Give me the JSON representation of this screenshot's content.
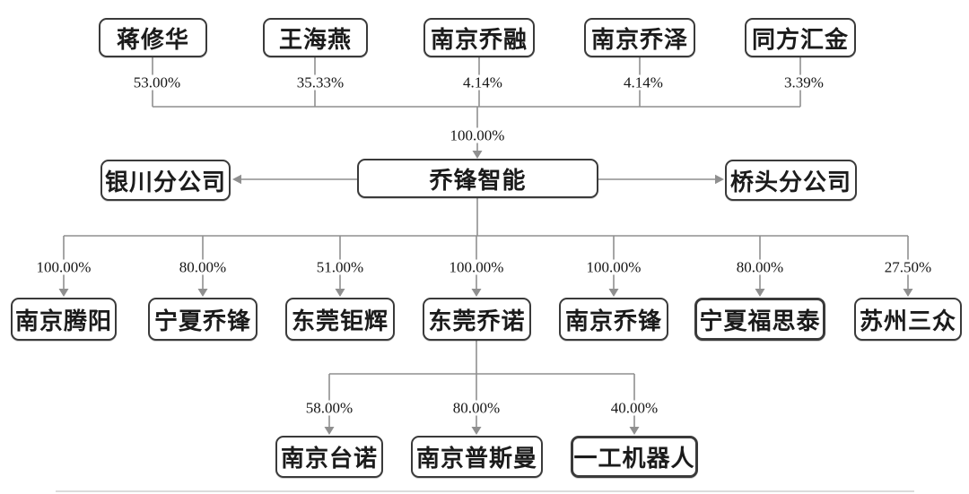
{
  "diagram": {
    "title_hint": "equity-structure-chart",
    "colors": {
      "connector": "#8f8f8f",
      "box_border": "#3a3a3a",
      "text": "#1b1b1b",
      "background": "#ffffff"
    },
    "nodes": {
      "shareholders": [
        {
          "name": "蒋修华",
          "pct": "53.00%"
        },
        {
          "name": "王海燕",
          "pct": "35.33%"
        },
        {
          "name": "南京乔融",
          "pct": "4.14%"
        },
        {
          "name": "南京乔泽",
          "pct": "4.14%"
        },
        {
          "name": "同方汇金",
          "pct": "3.39%"
        }
      ],
      "company": {
        "name": "乔锋智能",
        "pct_from_shareholders": "100.00%"
      },
      "branches": [
        {
          "name": "银川分公司"
        },
        {
          "name": "桥头分公司"
        }
      ],
      "subsidiaries": [
        {
          "name": "南京腾阳",
          "pct": "100.00%"
        },
        {
          "name": "宁夏乔锋",
          "pct": "80.00%"
        },
        {
          "name": "东莞钜辉",
          "pct": "51.00%"
        },
        {
          "name": "东莞乔诺",
          "pct": "100.00%"
        },
        {
          "name": "南京乔锋",
          "pct": "100.00%"
        },
        {
          "name": "宁夏福思泰",
          "pct": "80.00%",
          "bold_border": true
        },
        {
          "name": "苏州三众",
          "pct": "27.50%"
        }
      ],
      "grandchild_parent": "东莞乔诺",
      "grandchildren": [
        {
          "name": "南京台诺",
          "pct": "58.00%"
        },
        {
          "name": "南京普斯曼",
          "pct": "80.00%"
        },
        {
          "name": "一工机器人",
          "pct": "40.00%",
          "bold_border": true
        }
      ]
    }
  }
}
